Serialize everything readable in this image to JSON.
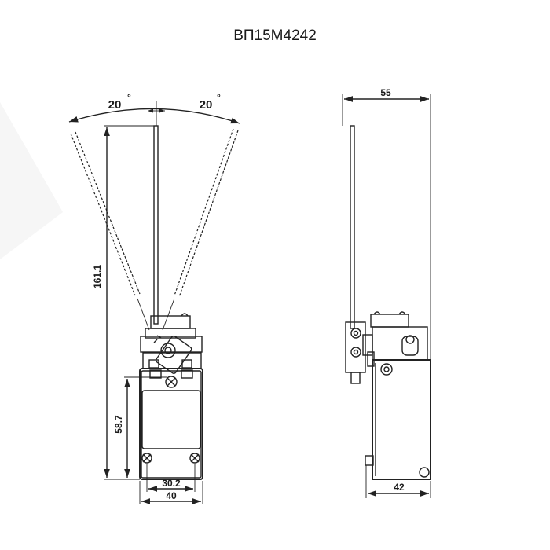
{
  "title": "ВП15М4242",
  "dimensions": {
    "angle_left": "20",
    "angle_right": "20",
    "degree": "°",
    "lever_height": "161.1",
    "body_height": "58.7",
    "mount_spacing": "30.2",
    "body_width": "40",
    "side_depth": "55",
    "side_body_depth": "42"
  }
}
